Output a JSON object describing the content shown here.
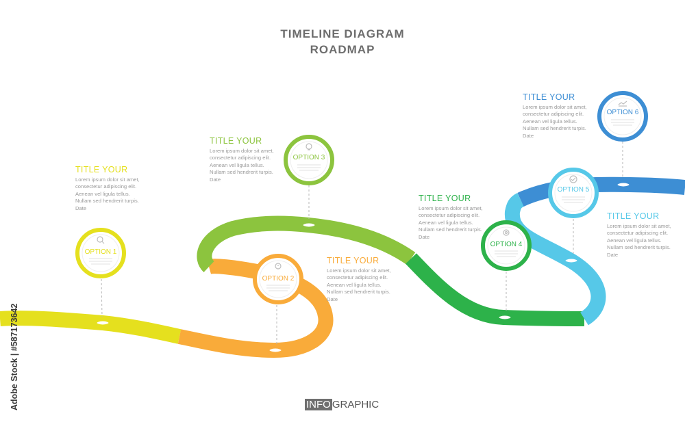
{
  "header": {
    "title_line1": "TIMELINE  DIAGRAM",
    "title_line2": "ROADMAP"
  },
  "colors": {
    "yellow": "#e5e01e",
    "orange": "#f9ab3a",
    "green_light": "#8cc43e",
    "green_dark": "#2db24a",
    "cyan": "#56c8e8",
    "blue": "#3d8ed4"
  },
  "options": [
    {
      "label": "OPTION 1",
      "icon": "magnifier-icon",
      "color": "#e5e01e",
      "title_color": "#e5e01e"
    },
    {
      "label": "OPTION 2",
      "icon": "alarm-clock-icon",
      "color": "#f9ab3a",
      "title_color": "#f9ab3a"
    },
    {
      "label": "OPTION 3",
      "icon": "lightbulb-head-icon",
      "color": "#8cc43e",
      "title_color": "#8cc43e"
    },
    {
      "label": "OPTION 4",
      "icon": "target-icon",
      "color": "#2db24a",
      "title_color": "#2db24a"
    },
    {
      "label": "OPTION 5",
      "icon": "checkmark-icon",
      "color": "#56c8e8",
      "title_color": "#56c8e8"
    },
    {
      "label": "OPTION 6",
      "icon": "chart-icon",
      "color": "#3d8ed4",
      "title_color": "#3d8ed4"
    }
  ],
  "blocks": [
    {
      "title": "TITLE YOUR",
      "body": "Lorem ipsum dolor sit amet, consectetur adipiscing elit. Aenean vel ligula tellus. Nullam sed hendrerit turpis.",
      "date": "Date"
    },
    {
      "title": "TITLE YOUR",
      "body": "Lorem ipsum dolor sit amet, consectetur adipiscing elit. Aenean vel ligula tellus. Nullam sed hendrerit turpis.",
      "date": "Date"
    },
    {
      "title": "TITLE YOUR",
      "body": "Lorem ipsum dolor sit amet, consectetur adipiscing elit. Aenean vel ligula tellus. Nullam sed hendrerit turpis.",
      "date": "Date"
    },
    {
      "title": "TITLE YOUR",
      "body": "Lorem ipsum dolor sit amet, consectetur adipiscing elit. Aenean vel ligula tellus. Nullam sed hendrerit turpis.",
      "date": "Date"
    },
    {
      "title": "TITLE YOUR",
      "body": "Lorem ipsum dolor sit amet, consectetur adipiscing elit. Aenean vel ligula tellus. Nullam sed hendrerit turpis.",
      "date": "Date"
    },
    {
      "title": "TITLE YOUR",
      "body": "Lorem ipsum dolor sit amet, consectetur adipiscing elit. Aenean vel ligula tellus. Nullam sed hendrerit turpis.",
      "date": "Date"
    }
  ],
  "footer": {
    "highlight": "INFO",
    "rest": "GRAPHIC"
  },
  "watermark_id": "587173642",
  "watermark_brand": "Adobe Stock"
}
